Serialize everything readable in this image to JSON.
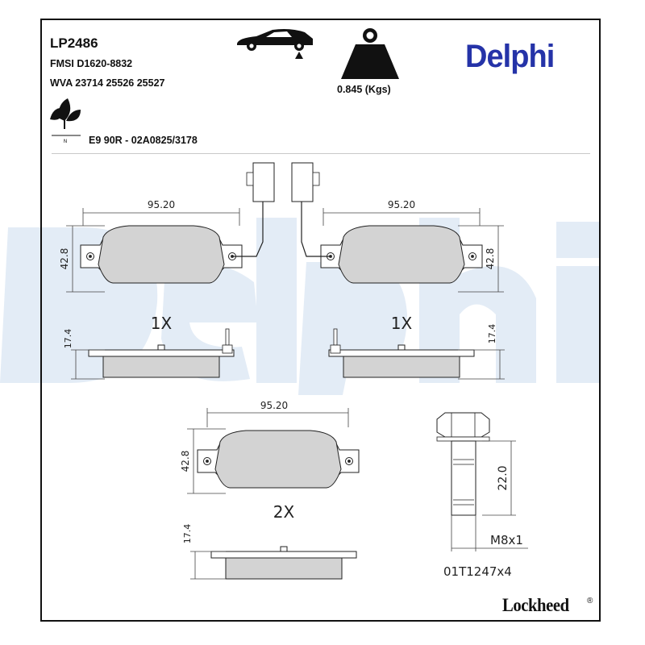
{
  "product": {
    "code": "LP2486",
    "fmsi": "FMSI D1620-8832",
    "wva": "WVA 23714 25526 25527",
    "ece": "E9 90R - 02A0825/3178",
    "weight": "0.845 (Kgs)"
  },
  "brand": {
    "name": "Delphi",
    "color": "#2533a8",
    "watermark_color": "#e3ecf6"
  },
  "manufacturer": {
    "name": "Lockheed",
    "mark": "®"
  },
  "icons": {
    "car": "car-axle-icon",
    "weight": "weight-icon",
    "eco": "leaf-eco-icon"
  },
  "drawing": {
    "pad_width_1": "95.20",
    "pad_width_2": "95.20",
    "pad_width_3": "95.20",
    "pad_height_1": "42.8",
    "pad_height_2": "42.8",
    "pad_height_3": "42.8",
    "thickness_1": "17.4",
    "thickness_2": "17.4",
    "thickness_3": "17.4",
    "qty_1": "1X",
    "qty_2": "1X",
    "qty_3": "2X",
    "bolt_length": "22.0",
    "bolt_thread": "M8x1",
    "bolt_part": "01T1247x4"
  }
}
